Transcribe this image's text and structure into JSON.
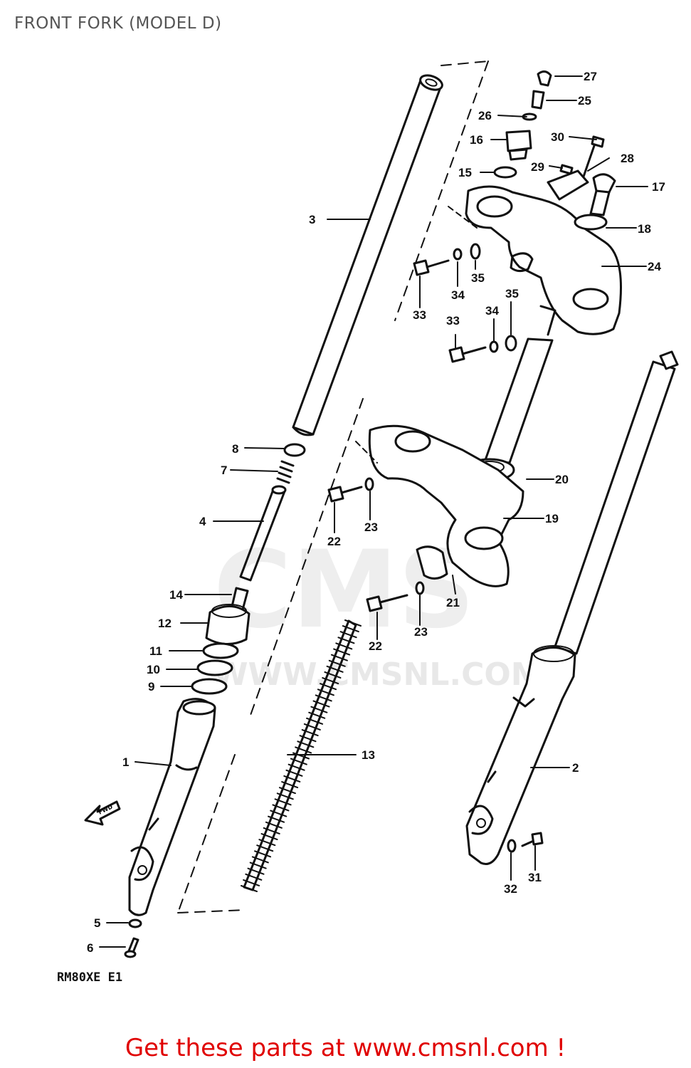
{
  "title": "FRONT FORK (MODEL D)",
  "model_code": "RM80XE E1",
  "watermark": "WWW.CMSNL.COM",
  "watermark_logo": "CMS",
  "footer": "Get these parts at www.cmsnl.com !",
  "fwd_label": "FWD",
  "callouts": {
    "c1": "1",
    "c2": "2",
    "c3": "3",
    "c4": "4",
    "c5": "5",
    "c6": "6",
    "c7": "7",
    "c8": "8",
    "c9": "9",
    "c10": "10",
    "c11": "11",
    "c12": "12",
    "c13": "13",
    "c14": "14",
    "c15": "15",
    "c16": "16",
    "c17": "17",
    "c18": "18",
    "c19": "19",
    "c20": "20",
    "c21": "21",
    "c22a": "22",
    "c22b": "22",
    "c23a": "23",
    "c23b": "23",
    "c24": "24",
    "c25": "25",
    "c26": "26",
    "c27": "27",
    "c28": "28",
    "c29": "29",
    "c30": "30",
    "c31": "31",
    "c32": "32",
    "c33a": "33",
    "c33b": "33",
    "c34a": "34",
    "c34b": "34",
    "c35a": "35",
    "c35b": "35"
  }
}
